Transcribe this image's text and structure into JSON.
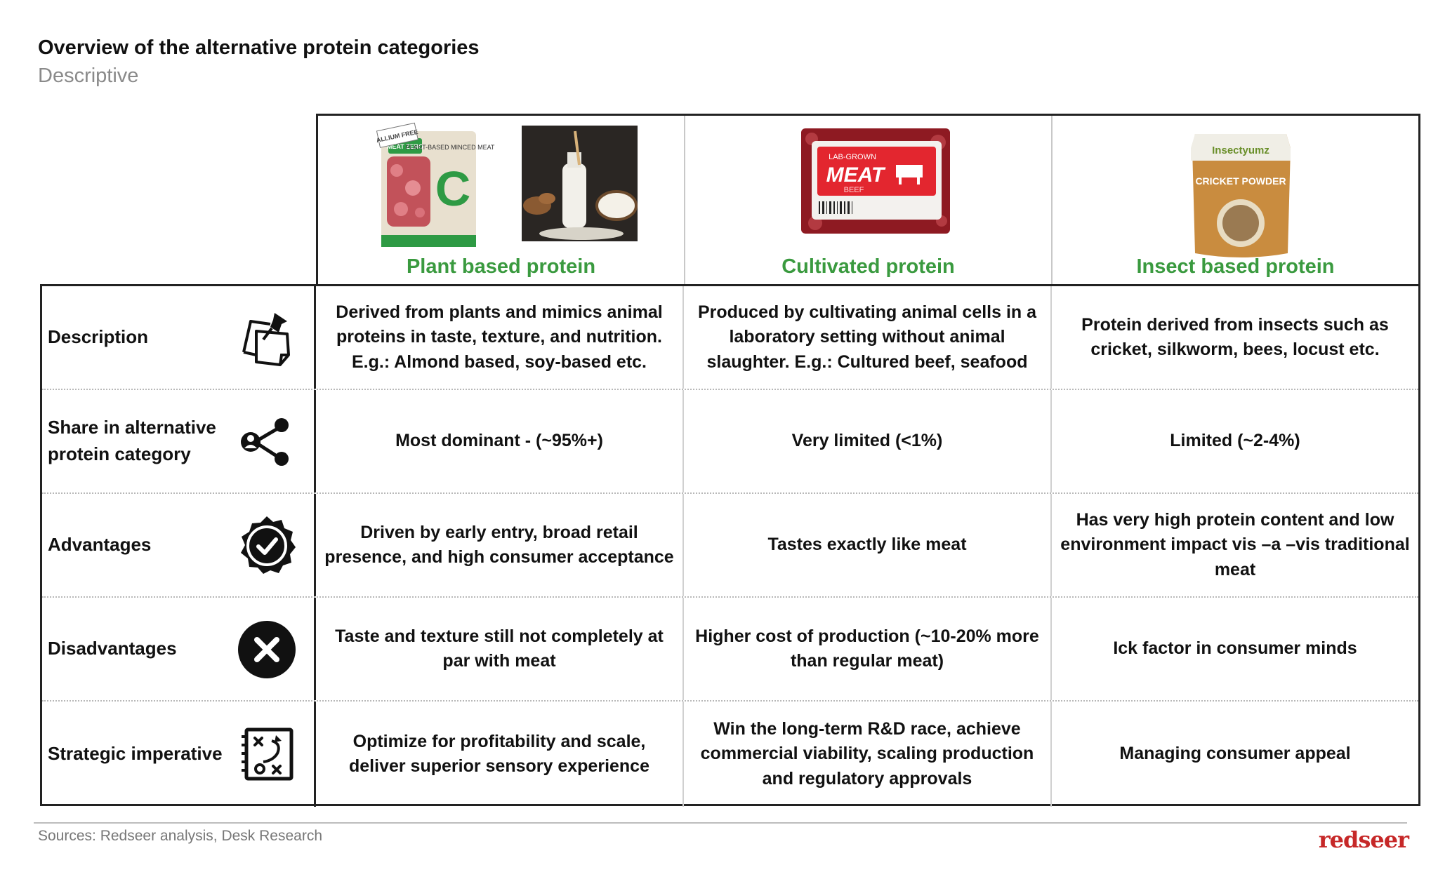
{
  "header": {
    "title": "Overview of the alternative protein categories",
    "subtitle": "Descriptive"
  },
  "columns": [
    {
      "label": "Plant based protein",
      "pack_brand": "MEAT ZERO",
      "pack_tag": "ALLIUM FREE",
      "pack_text": "PLANT-BASED MINCED MEAT",
      "pack_mark": "C"
    },
    {
      "label": "Cultivated protein",
      "pack_small": "LAB-GROWN",
      "pack_big": "MEAT",
      "pack_sub": "BEEF"
    },
    {
      "label": "Insect based protein",
      "pack_brand": "Insectyumz",
      "pack_text": "CRICKET POWDER"
    }
  ],
  "rows": [
    {
      "label": "Description",
      "icon": "sticky-note-pin-icon",
      "cells": [
        "Derived from plants and mimics animal proteins in taste, texture, and nutrition. E.g.: Almond based, soy-based etc.",
        "Produced by cultivating animal cells in a laboratory setting without  animal slaughter. E.g.:  Cultured beef, seafood",
        "Protein derived from insects such as cricket, silkworm, bees, locust etc."
      ]
    },
    {
      "label": "Share in alternative protein category",
      "icon": "share-network-icon",
      "cells": [
        "Most dominant - (~95%+)",
        "Very limited (<1%)",
        "Limited (~2-4%)"
      ]
    },
    {
      "label": "Advantages",
      "icon": "check-badge-icon",
      "cells": [
        "Driven by early entry, broad retail presence, and high consumer acceptance",
        "Tastes exactly like meat",
        "Has very high protein content and low environment impact vis –a –vis traditional meat"
      ]
    },
    {
      "label": "Disadvantages",
      "icon": "cross-circle-icon",
      "cells": [
        "Taste and texture still not completely at par with meat",
        "Higher cost of production (~10-20% more than regular meat)",
        "Ick factor in consumer minds"
      ]
    },
    {
      "label": "Strategic imperative",
      "icon": "strategy-board-icon",
      "cells": [
        "Optimize for profitability and scale, deliver superior sensory experience",
        "Win the long-term R&D race, achieve commercial viability, scaling production and regulatory approvals",
        "Managing consumer appeal"
      ]
    }
  ],
  "footer": {
    "sources": "Sources: Redseer analysis, Desk Research",
    "logo": "redseer"
  },
  "colors": {
    "accent_green": "#3a9a3f",
    "border_dark": "#222222",
    "logo_red": "#c62828"
  }
}
